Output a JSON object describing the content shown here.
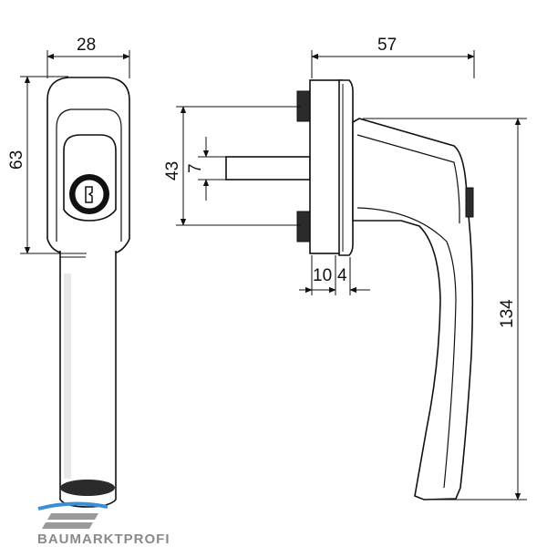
{
  "dimensions": {
    "width_front": "28",
    "height_front": "63",
    "spindle_spacing": "43",
    "spindle_size": "7",
    "depth_total": "57",
    "base_thickness_a": "10",
    "base_thickness_b": "4",
    "height_total": "134"
  },
  "logo": {
    "text": "BAUMARKTPROFI",
    "accent_color": "#3a8fd9",
    "stripe_color": "#9a9a9a"
  },
  "colors": {
    "line": "#111111",
    "fill_dark": "#2b2b2b"
  }
}
